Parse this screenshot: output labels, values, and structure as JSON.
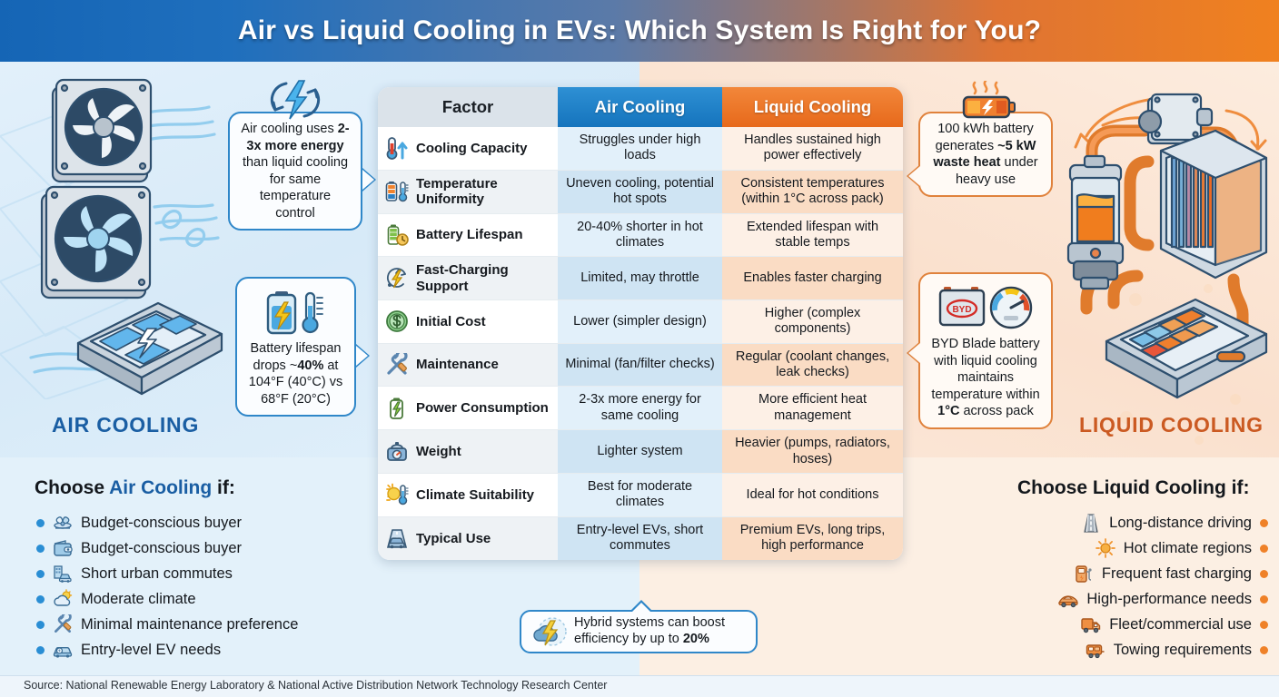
{
  "header": {
    "title": "Air vs Liquid Cooling in EVs: Which System Is Right for You?"
  },
  "colors": {
    "air_blue": "#1574bd",
    "liquid_orange": "#e7691b",
    "air_label": "#1a5ea3",
    "liquid_label": "#cb5a22",
    "bullet_blue": "#2a8ed4",
    "bullet_orange": "#ef8128"
  },
  "left_panel": {
    "label": "AIR COOLING",
    "illustration": "two-stacked-cooling-fans-over-battery-pack-with-airflow-lines"
  },
  "right_panel": {
    "label": "LIQUID COOLING",
    "illustration": "coolant-pump-reservoir-radiator-and-battery-pack-loop-with-hoses"
  },
  "callouts": {
    "air_energy": {
      "icon": "lightning-bolt-cycle-icon",
      "lines": [
        {
          "text": "Air cooling uses ",
          "bold": false
        },
        {
          "text": "2-3x more energy",
          "bold": true
        },
        {
          "text": " than liquid cooling for same temperature control",
          "bold": false
        }
      ],
      "plain": "Air cooling uses 2-3x more energy than liquid cooling for same temperature control"
    },
    "air_lifespan": {
      "icon": "battery-thermometer-icon",
      "plain": "Battery lifespan drops ~40% at 104°F (40°C) vs 68°F (20°C)",
      "bold_part": "40%"
    },
    "liquid_heat": {
      "icon": "hot-battery-icon",
      "plain": "100 kWh battery generates ~5 kW waste heat under heavy use",
      "bold_part": "~5 kW waste heat"
    },
    "liquid_byd": {
      "icon": "byd-battery-gauge-icon",
      "plain": "BYD Blade battery with liquid cooling maintains temperature within 1°C across pack",
      "bold_part": "1°C"
    },
    "hybrid": {
      "icon": "hybrid-cloud-bolt-icon",
      "line1": "Hybrid systems can boost",
      "line2_pre": "efficiency by up to ",
      "line2_bold": "20%"
    }
  },
  "table": {
    "headers": [
      "Factor",
      "Air Cooling",
      "Liquid Cooling"
    ],
    "rows": [
      {
        "icon": "thermometer-up-arrow-icon",
        "factor": "Cooling Capacity",
        "air": "Struggles under high loads",
        "liquid": "Handles sustained high power effectively"
      },
      {
        "icon": "battery-thermometer-icon",
        "factor": "Temperature Uniformity",
        "air": "Uneven cooling, potential hot spots",
        "liquid": "Consistent temperatures (within 1°C across pack)"
      },
      {
        "icon": "battery-clock-icon",
        "factor": "Battery Lifespan",
        "air": "20-40% shorter in hot climates",
        "liquid": "Extended lifespan with stable temps"
      },
      {
        "icon": "fast-charge-bolt-icon",
        "factor": "Fast-Charging Support",
        "air": "Limited, may throttle",
        "liquid": "Enables faster charging"
      },
      {
        "icon": "dollar-coin-icon",
        "factor": "Initial Cost",
        "air": "Lower (simpler design)",
        "liquid": "Higher (complex components)"
      },
      {
        "icon": "wrench-screwdriver-icon",
        "factor": "Maintenance",
        "air": "Minimal (fan/filter checks)",
        "liquid": "Regular (coolant changes, leak checks)"
      },
      {
        "icon": "battery-bolt-icon",
        "factor": "Power Consumption",
        "air": "2-3x more energy for same cooling",
        "liquid": "More efficient heat management"
      },
      {
        "icon": "weighing-scale-icon",
        "factor": "Weight",
        "air": "Lighter system",
        "liquid": "Heavier (pumps, radiators, hoses)"
      },
      {
        "icon": "sun-thermometer-icon",
        "factor": "Climate Suitability",
        "air": "Best for moderate climates",
        "liquid": "Ideal for hot conditions"
      },
      {
        "icon": "car-road-icon",
        "factor": "Typical Use",
        "air": "Entry-level EVs, short commutes",
        "liquid": "Premium EVs, long trips, high performance"
      }
    ]
  },
  "choose_air": {
    "title_pre": "Choose ",
    "title_hl": "Air Cooling",
    "title_post": " if:",
    "items": [
      {
        "icon": "fan-icon",
        "label": "Budget-conscious buyer"
      },
      {
        "icon": "wallet-icon",
        "label": "Budget-conscious buyer"
      },
      {
        "icon": "city-car-icon",
        "label": "Short urban commutes"
      },
      {
        "icon": "partly-cloudy-icon",
        "label": "Moderate climate"
      },
      {
        "icon": "wrench-screwdriver-icon",
        "label": "Minimal maintenance preference"
      },
      {
        "icon": "small-ev-icon",
        "label": "Entry-level EV needs"
      }
    ]
  },
  "choose_liquid": {
    "title": "Choose Liquid Cooling if:",
    "items": [
      {
        "icon": "highway-road-icon",
        "label": "Long-distance driving"
      },
      {
        "icon": "sun-icon",
        "label": "Hot climate regions"
      },
      {
        "icon": "charging-station-icon",
        "label": "Frequent fast charging"
      },
      {
        "icon": "sports-car-icon",
        "label": "High-performance needs"
      },
      {
        "icon": "delivery-truck-icon",
        "label": "Fleet/commercial use"
      },
      {
        "icon": "trailer-caravan-icon",
        "label": "Towing requirements"
      }
    ]
  },
  "source": {
    "text": "Source: National Renewable Energy Laboratory & National Active Distribution Network Technology Research Center"
  }
}
